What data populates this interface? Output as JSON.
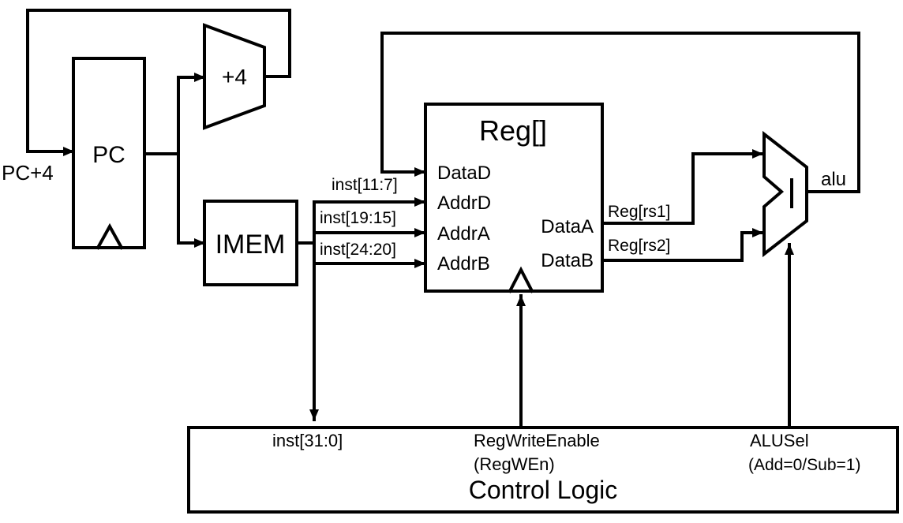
{
  "pc": {
    "label": "PC",
    "input_label": "PC+4"
  },
  "adder": {
    "label": "+4"
  },
  "imem": {
    "label": "IMEM"
  },
  "regfile": {
    "title": "Reg[]",
    "ports_in": [
      "DataD",
      "AddrD",
      "AddrA",
      "AddrB"
    ],
    "ports_out": [
      "DataA",
      "DataB"
    ]
  },
  "buses": {
    "rd": "inst[11:7]",
    "rs1": "inst[19:15]",
    "rs2": "inst[24:20]",
    "rs1_val": "Reg[rs1]",
    "rs2_val": "Reg[rs2]",
    "alu_out": "alu"
  },
  "control": {
    "title": "Control Logic",
    "inst_label": "inst[31:0]",
    "regwen_line1": "RegWriteEnable",
    "regwen_line2": "(RegWEn)",
    "alusel_line1": "ALUSel",
    "alusel_line2": "(Add=0/Sub=1)"
  }
}
